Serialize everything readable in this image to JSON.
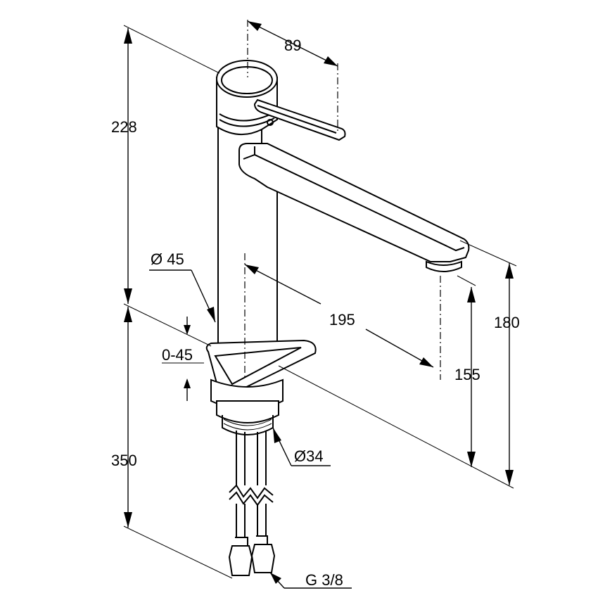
{
  "dimensions": {
    "lever_reach": "89",
    "upper_height": "228",
    "base_diameter": "Ø 45",
    "spout_reach": "195",
    "total_height_right": "180",
    "spout_clearance": "155",
    "swivel_angle": "0-45",
    "lower_length": "350",
    "shank_diameter": "Ø34",
    "connection_thread": "G 3/8"
  }
}
